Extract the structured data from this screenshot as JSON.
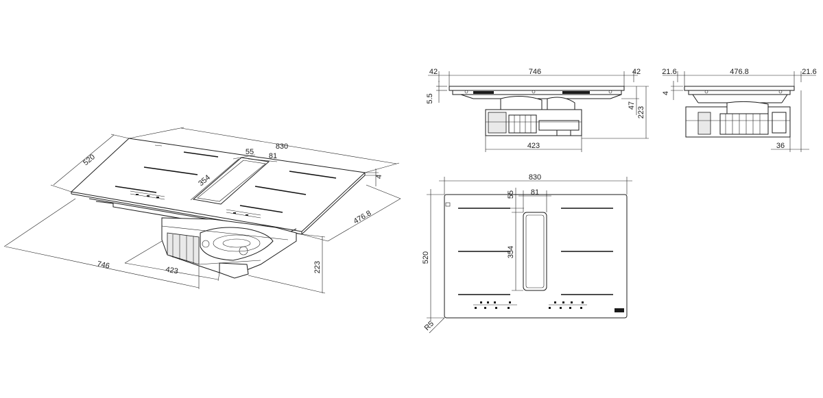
{
  "iso_view": {
    "width": "830",
    "depth": "520",
    "zone_offset": "55",
    "vent_width": "81",
    "vent_length": "354",
    "glass_thickness": "4",
    "body_depth": "476.8",
    "body_width": "746",
    "motor_width": "423",
    "height": "223"
  },
  "front_view": {
    "overhang_left": "42",
    "overall": "746",
    "overhang_right": "42",
    "glass": "5.5",
    "upper": "47",
    "height": "223",
    "motor_width": "423"
  },
  "side_view": {
    "left": "21.6",
    "overall": "476.8",
    "right": "21.6",
    "glass": "4",
    "motor_offset": "36"
  },
  "top_view": {
    "width": "830",
    "depth": "520",
    "zone_offset": "55",
    "vent_width": "81",
    "vent_length": "354",
    "radius": "R5"
  }
}
